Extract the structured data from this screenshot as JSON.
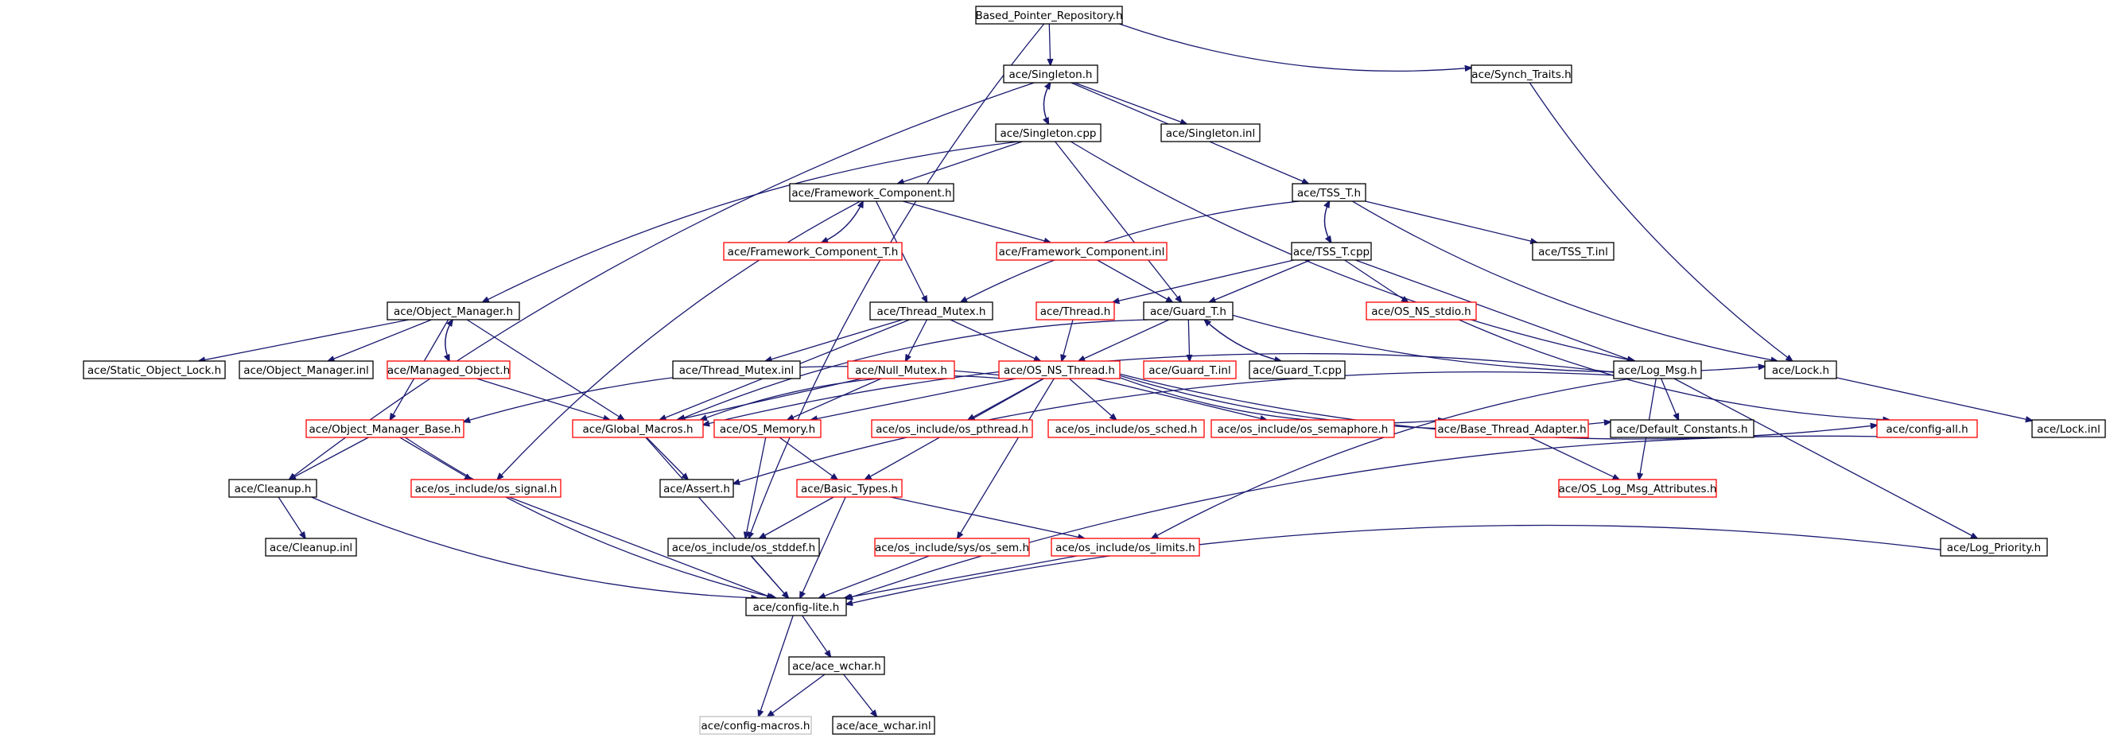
{
  "colors": {
    "edge": "#191970",
    "root_fill": "#bfbfbf",
    "documented_border": "#000000",
    "undocumented_border": "#ff0000",
    "external_border": "#bfbfbf"
  },
  "nodes": [
    {
      "id": "based",
      "label": "Based_Pointer_Repository.h",
      "kind": "root"
    },
    {
      "id": "singleton_h",
      "label": "ace/Singleton.h",
      "kind": "documented"
    },
    {
      "id": "synch_traits",
      "label": "ace/Synch_Traits.h",
      "kind": "documented"
    },
    {
      "id": "singleton_cpp",
      "label": "ace/Singleton.cpp",
      "kind": "documented"
    },
    {
      "id": "singleton_inl",
      "label": "ace/Singleton.inl",
      "kind": "documented"
    },
    {
      "id": "framework_component_h",
      "label": "ace/Framework_Component.h",
      "kind": "documented"
    },
    {
      "id": "tss_t_h",
      "label": "ace/TSS_T.h",
      "kind": "documented"
    },
    {
      "id": "framework_component_t_h",
      "label": "ace/Framework_Component_T.h",
      "kind": "undocumented"
    },
    {
      "id": "framework_component_inl",
      "label": "ace/Framework_Component.inl",
      "kind": "undocumented"
    },
    {
      "id": "tss_t_cpp",
      "label": "ace/TSS_T.cpp",
      "kind": "documented"
    },
    {
      "id": "tss_t_inl",
      "label": "ace/TSS_T.inl",
      "kind": "documented"
    },
    {
      "id": "object_manager_h",
      "label": "ace/Object_Manager.h",
      "kind": "documented"
    },
    {
      "id": "thread_mutex_h",
      "label": "ace/Thread_Mutex.h",
      "kind": "documented"
    },
    {
      "id": "thread_h",
      "label": "ace/Thread.h",
      "kind": "undocumented"
    },
    {
      "id": "guard_t_h",
      "label": "ace/Guard_T.h",
      "kind": "documented"
    },
    {
      "id": "os_ns_stdio",
      "label": "ace/OS_NS_stdio.h",
      "kind": "undocumented"
    },
    {
      "id": "static_object_lock",
      "label": "ace/Static_Object_Lock.h",
      "kind": "documented"
    },
    {
      "id": "object_manager_inl",
      "label": "ace/Object_Manager.inl",
      "kind": "documented"
    },
    {
      "id": "managed_object_h",
      "label": "ace/Managed_Object.h",
      "kind": "undocumented"
    },
    {
      "id": "thread_mutex_inl",
      "label": "ace/Thread_Mutex.inl",
      "kind": "documented"
    },
    {
      "id": "null_mutex_h",
      "label": "ace/Null_Mutex.h",
      "kind": "undocumented"
    },
    {
      "id": "os_ns_thread",
      "label": "ace/OS_NS_Thread.h",
      "kind": "undocumented"
    },
    {
      "id": "guard_t_inl",
      "label": "ace/Guard_T.inl",
      "kind": "undocumented"
    },
    {
      "id": "guard_t_cpp",
      "label": "ace/Guard_T.cpp",
      "kind": "documented"
    },
    {
      "id": "log_msg_h",
      "label": "ace/Log_Msg.h",
      "kind": "documented"
    },
    {
      "id": "lock_h",
      "label": "ace/Lock.h",
      "kind": "documented"
    },
    {
      "id": "object_manager_base",
      "label": "ace/Object_Manager_Base.h",
      "kind": "undocumented"
    },
    {
      "id": "global_macros",
      "label": "ace/Global_Macros.h",
      "kind": "undocumented"
    },
    {
      "id": "os_memory",
      "label": "ace/OS_Memory.h",
      "kind": "undocumented"
    },
    {
      "id": "os_pthread",
      "label": "ace/os_include/os_pthread.h",
      "kind": "undocumented"
    },
    {
      "id": "os_sched",
      "label": "ace/os_include/os_sched.h",
      "kind": "undocumented"
    },
    {
      "id": "os_semaphore",
      "label": "ace/os_include/os_semaphore.h",
      "kind": "undocumented"
    },
    {
      "id": "base_thread_adapter",
      "label": "ace/Base_Thread_Adapter.h",
      "kind": "undocumented"
    },
    {
      "id": "default_constants",
      "label": "ace/Default_Constants.h",
      "kind": "documented"
    },
    {
      "id": "config_all",
      "label": "ace/config-all.h",
      "kind": "undocumented"
    },
    {
      "id": "lock_inl",
      "label": "ace/Lock.inl",
      "kind": "documented"
    },
    {
      "id": "cleanup_h",
      "label": "ace/Cleanup.h",
      "kind": "documented"
    },
    {
      "id": "os_signal",
      "label": "ace/os_include/os_signal.h",
      "kind": "undocumented"
    },
    {
      "id": "assert_h",
      "label": "ace/Assert.h",
      "kind": "documented"
    },
    {
      "id": "basic_types",
      "label": "ace/Basic_Types.h",
      "kind": "undocumented"
    },
    {
      "id": "os_log_msg_attributes",
      "label": "ace/OS_Log_Msg_Attributes.h",
      "kind": "undocumented"
    },
    {
      "id": "cleanup_inl",
      "label": "ace/Cleanup.inl",
      "kind": "documented"
    },
    {
      "id": "os_stddef",
      "label": "ace/os_include/os_stddef.h",
      "kind": "documented"
    },
    {
      "id": "os_sys_sem",
      "label": "ace/os_include/sys/os_sem.h",
      "kind": "undocumented"
    },
    {
      "id": "os_limits",
      "label": "ace/os_include/os_limits.h",
      "kind": "undocumented"
    },
    {
      "id": "log_priority",
      "label": "ace/Log_Priority.h",
      "kind": "documented"
    },
    {
      "id": "config_lite",
      "label": "ace/config-lite.h",
      "kind": "documented"
    },
    {
      "id": "ace_wchar_h",
      "label": "ace/ace_wchar.h",
      "kind": "documented"
    },
    {
      "id": "config_macros",
      "label": "ace/config-macros.h",
      "kind": "external"
    },
    {
      "id": "ace_wchar_inl",
      "label": "ace/ace_wchar.inl",
      "kind": "documented"
    }
  ],
  "edges": [
    {
      "from": "based",
      "to": "singleton_h"
    },
    {
      "from": "based",
      "to": "synch_traits"
    },
    {
      "from": "based",
      "to": "os_stddef"
    },
    {
      "from": "singleton_h",
      "to": "singleton_cpp"
    },
    {
      "from": "singleton_cpp",
      "to": "singleton_h"
    },
    {
      "from": "singleton_h",
      "to": "singleton_inl"
    },
    {
      "from": "singleton_h",
      "to": "tss_t_h"
    },
    {
      "from": "singleton_h",
      "to": "cleanup_h"
    },
    {
      "from": "synch_traits",
      "to": "lock_h"
    },
    {
      "from": "singleton_cpp",
      "to": "framework_component_h"
    },
    {
      "from": "singleton_cpp",
      "to": "object_manager_h"
    },
    {
      "from": "singleton_cpp",
      "to": "guard_t_h"
    },
    {
      "from": "singleton_cpp",
      "to": "log_msg_h"
    },
    {
      "from": "framework_component_h",
      "to": "framework_component_t_h"
    },
    {
      "from": "framework_component_t_h",
      "to": "framework_component_h"
    },
    {
      "from": "framework_component_h",
      "to": "framework_component_inl"
    },
    {
      "from": "framework_component_h",
      "to": "thread_mutex_h"
    },
    {
      "from": "framework_component_h",
      "to": "os_signal"
    },
    {
      "from": "framework_component_inl",
      "to": "guard_t_h"
    },
    {
      "from": "tss_t_h",
      "to": "tss_t_cpp"
    },
    {
      "from": "tss_t_cpp",
      "to": "tss_t_h"
    },
    {
      "from": "tss_t_h",
      "to": "tss_t_inl"
    },
    {
      "from": "tss_t_h",
      "to": "thread_mutex_h"
    },
    {
      "from": "tss_t_h",
      "to": "lock_h"
    },
    {
      "from": "tss_t_cpp",
      "to": "thread_h"
    },
    {
      "from": "tss_t_cpp",
      "to": "guard_t_h"
    },
    {
      "from": "tss_t_cpp",
      "to": "os_ns_stdio"
    },
    {
      "from": "tss_t_cpp",
      "to": "log_msg_h"
    },
    {
      "from": "object_manager_h",
      "to": "static_object_lock"
    },
    {
      "from": "object_manager_h",
      "to": "object_manager_inl"
    },
    {
      "from": "object_manager_h",
      "to": "managed_object_h"
    },
    {
      "from": "managed_object_h",
      "to": "object_manager_h"
    },
    {
      "from": "object_manager_h",
      "to": "object_manager_base"
    },
    {
      "from": "object_manager_h",
      "to": "global_macros"
    },
    {
      "from": "managed_object_h",
      "to": "global_macros"
    },
    {
      "from": "thread_mutex_h",
      "to": "thread_mutex_inl"
    },
    {
      "from": "thread_mutex_h",
      "to": "null_mutex_h"
    },
    {
      "from": "thread_mutex_h",
      "to": "os_ns_thread"
    },
    {
      "from": "thread_mutex_h",
      "to": "global_macros"
    },
    {
      "from": "thread_h",
      "to": "os_ns_thread"
    },
    {
      "from": "guard_t_h",
      "to": "guard_t_inl"
    },
    {
      "from": "guard_t_h",
      "to": "guard_t_cpp"
    },
    {
      "from": "guard_t_cpp",
      "to": "guard_t_h"
    },
    {
      "from": "guard_t_h",
      "to": "os_ns_thread"
    },
    {
      "from": "guard_t_h",
      "to": "lock_h"
    },
    {
      "from": "guard_t_h",
      "to": "global_macros"
    },
    {
      "from": "os_ns_stdio",
      "to": "config_all"
    },
    {
      "from": "null_mutex_h",
      "to": "os_memory"
    },
    {
      "from": "null_mutex_h",
      "to": "global_macros"
    },
    {
      "from": "os_ns_thread",
      "to": "object_manager_base"
    },
    {
      "from": "os_ns_thread",
      "to": "global_macros"
    },
    {
      "from": "os_ns_thread",
      "to": "os_memory"
    },
    {
      "from": "os_ns_thread",
      "to": "os_pthread"
    },
    {
      "from": "os_ns_thread",
      "to": "os_sched"
    },
    {
      "from": "os_ns_thread",
      "to": "os_semaphore"
    },
    {
      "from": "os_ns_thread",
      "to": "base_thread_adapter"
    },
    {
      "from": "os_ns_thread",
      "to": "default_constants"
    },
    {
      "from": "os_ns_thread",
      "to": "config_all"
    },
    {
      "from": "os_ns_thread",
      "to": "basic_types"
    },
    {
      "from": "os_ns_thread",
      "to": "os_sys_sem"
    },
    {
      "from": "log_msg_h",
      "to": "default_constants"
    },
    {
      "from": "log_msg_h",
      "to": "global_macros"
    },
    {
      "from": "log_msg_h",
      "to": "assert_h"
    },
    {
      "from": "log_msg_h",
      "to": "os_log_msg_attributes"
    },
    {
      "from": "log_msg_h",
      "to": "log_priority"
    },
    {
      "from": "log_msg_h",
      "to": "os_limits"
    },
    {
      "from": "lock_h",
      "to": "lock_inl"
    },
    {
      "from": "object_manager_base",
      "to": "cleanup_h"
    },
    {
      "from": "object_manager_base",
      "to": "os_signal"
    },
    {
      "from": "object_manager_base",
      "to": "config_lite"
    },
    {
      "from": "global_macros",
      "to": "assert_h"
    },
    {
      "from": "global_macros",
      "to": "config_lite"
    },
    {
      "from": "os_memory",
      "to": "basic_types"
    },
    {
      "from": "os_memory",
      "to": "os_stddef"
    },
    {
      "from": "base_thread_adapter",
      "to": "os_log_msg_attributes"
    },
    {
      "from": "config_all",
      "to": "config_lite"
    },
    {
      "from": "cleanup_h",
      "to": "cleanup_inl"
    },
    {
      "from": "cleanup_h",
      "to": "config_lite"
    },
    {
      "from": "os_signal",
      "to": "config_lite"
    },
    {
      "from": "basic_types",
      "to": "os_stddef"
    },
    {
      "from": "basic_types",
      "to": "os_limits"
    },
    {
      "from": "basic_types",
      "to": "config_lite"
    },
    {
      "from": "os_stddef",
      "to": "config_lite"
    },
    {
      "from": "os_sys_sem",
      "to": "config_lite"
    },
    {
      "from": "os_limits",
      "to": "config_lite"
    },
    {
      "from": "log_priority",
      "to": "config_lite"
    },
    {
      "from": "config_lite",
      "to": "ace_wchar_h"
    },
    {
      "from": "config_lite",
      "to": "config_macros"
    },
    {
      "from": "ace_wchar_h",
      "to": "config_macros"
    },
    {
      "from": "ace_wchar_h",
      "to": "ace_wchar_inl"
    }
  ]
}
